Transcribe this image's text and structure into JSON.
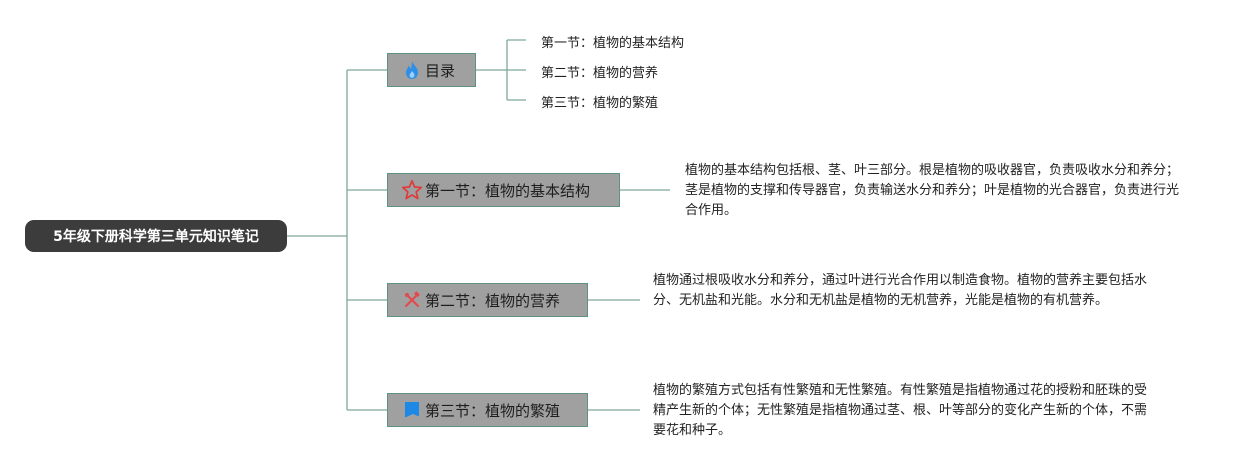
{
  "root": {
    "label": "5年级下册科学第三单元知识笔记"
  },
  "toc": {
    "label": "目录",
    "icon": "fire-icon",
    "items": [
      "第一节：植物的基本结构",
      "第二节：植物的营养",
      "第三节：植物的繁殖"
    ]
  },
  "sections": [
    {
      "label": "第一节：植物的基本结构",
      "icon": "star-icon",
      "note": "植物的基本结构包括根、茎、叶三部分。根是植物的吸收器官，负责吸收水分和养分；茎是植物的支撑和传导器官，负责输送水分和养分；叶是植物的光合器官，负责进行光合作用。"
    },
    {
      "label": "第二节：植物的营养",
      "icon": "tools-icon",
      "note": "植物通过根吸收水分和养分，通过叶进行光合作用以制造食物。植物的营养主要包括水分、无机盐和光能。水分和无机盐是植物的无机营养，光能是植物的有机营养。"
    },
    {
      "label": "第三节：植物的繁殖",
      "icon": "flag-icon",
      "note": "植物的繁殖方式包括有性繁殖和无性繁殖。有性繁殖是指植物通过花的授粉和胚珠的受精产生新的个体；无性繁殖是指植物通过茎、根、叶等部分的变化产生新的个体，不需要花和种子。"
    }
  ],
  "colors": {
    "connector": "#7fa69a",
    "root_fill": "#3c3c3c",
    "topic_fill": "#a0a0a0",
    "fire": "#2f8fe6",
    "star": "#e03b3b",
    "tools": "#e5484d",
    "flag": "#1e88e5"
  }
}
